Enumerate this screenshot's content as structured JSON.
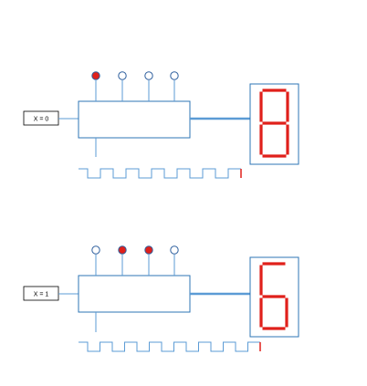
{
  "colors": {
    "line": "#5b9bd5",
    "box_stroke": "#2e75b6",
    "led_on": "#e0201b",
    "led_off": "#ffffff",
    "led_stroke": "#2e5f9e",
    "segment": "#e0201b",
    "tail": "#e0201b",
    "display_border": "#2e75b6"
  },
  "circuits": [
    {
      "input_label": "X = 0",
      "leds": [
        true,
        false,
        false,
        false
      ],
      "segments_lit": [
        "a",
        "b",
        "c",
        "d",
        "e",
        "f",
        "g"
      ],
      "clock_cycles": 6
    },
    {
      "input_label": "X = 1",
      "leds": [
        false,
        true,
        true,
        false
      ],
      "segments_lit": [
        "a",
        "c",
        "d",
        "e",
        "f",
        "g"
      ],
      "clock_cycles": 7
    }
  ]
}
